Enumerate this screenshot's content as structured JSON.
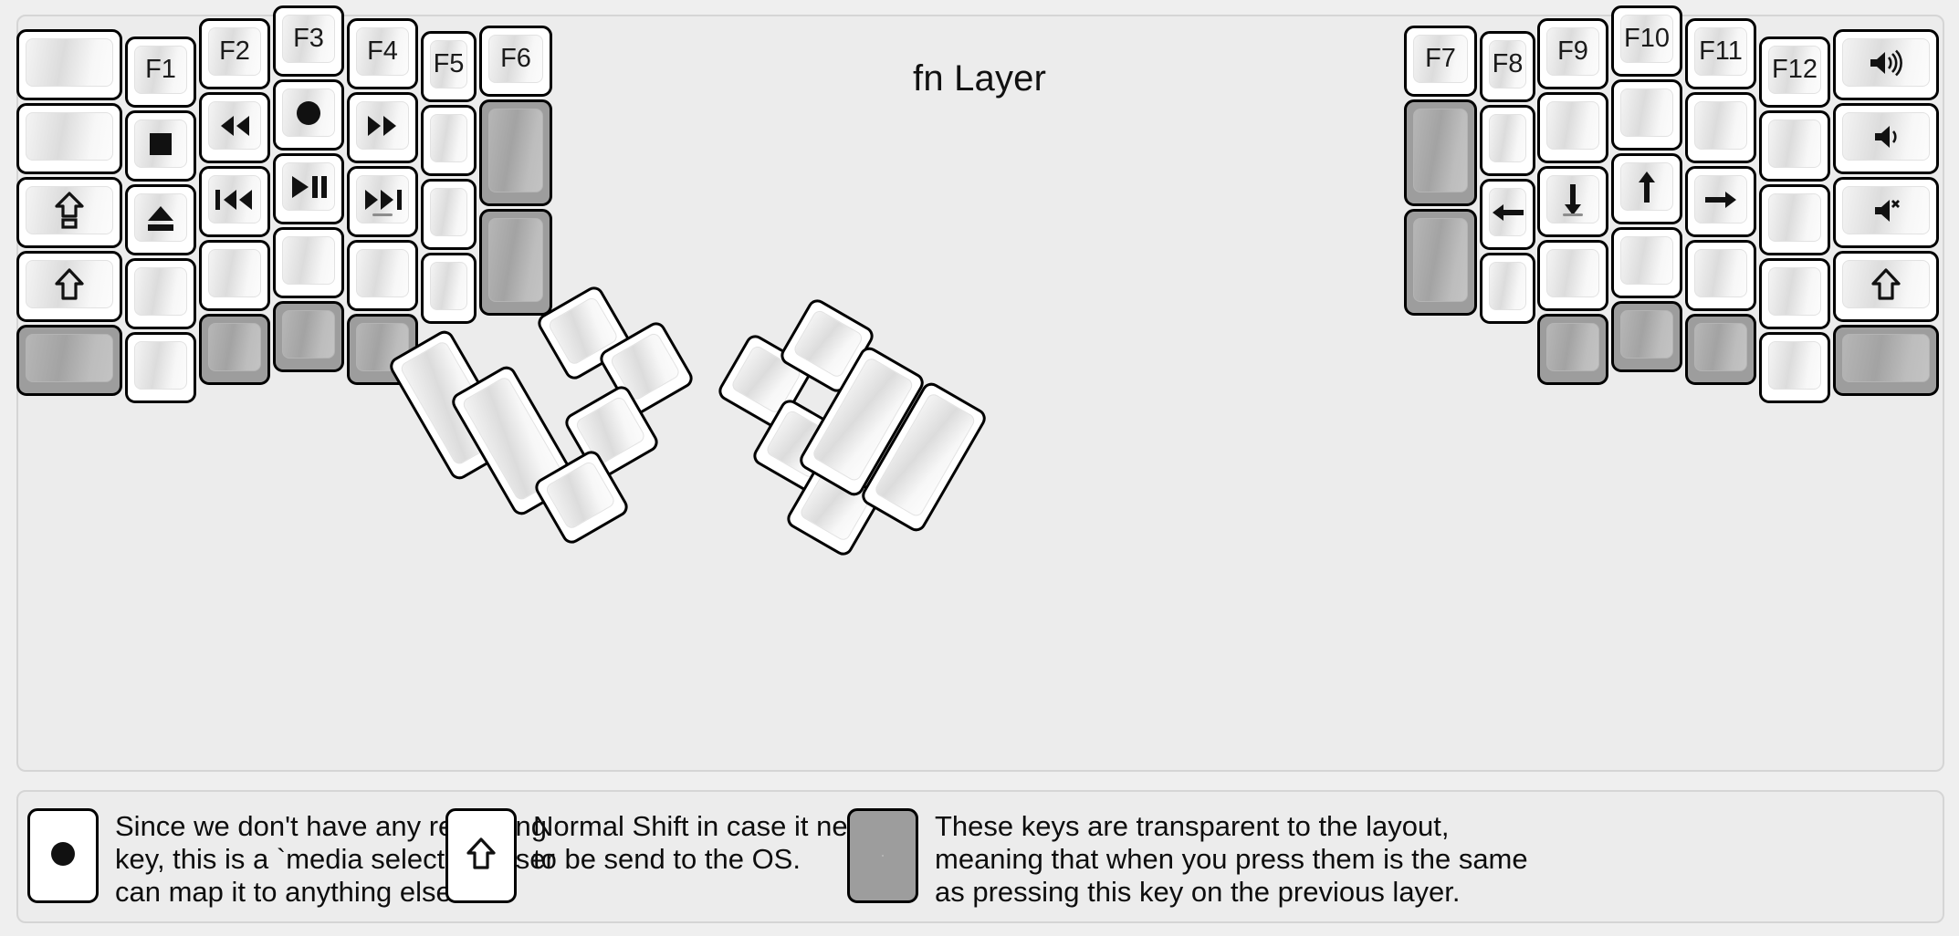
{
  "title": "fn Layer",
  "colors": {
    "background": "#efefef",
    "panel": "#ececec",
    "panel_border": "#d5d5d5",
    "key_face": "#ffffff",
    "key_outline": "#000000",
    "transparent_key": "#9d9d9d",
    "text": "#111111"
  },
  "legend": [
    {
      "key_glyph": "record-circle-icon",
      "key_style": "normal",
      "text": "Since we don't have any recording\nkey, this is a `media select` so user\ncan map it to anything else."
    },
    {
      "key_glyph": "shift-arrow-icon",
      "key_style": "normal",
      "text": "Normal Shift in case it needs\nto be send to the OS."
    },
    {
      "key_glyph": "",
      "key_style": "transparent",
      "text": "These keys are transparent to the layout,\nmeaning that when you press them is the same\nas pressing this key on the previous layer."
    }
  ],
  "left_half": {
    "columns": [
      {
        "name": "pinky-outer",
        "keys": [
          {
            "label": "",
            "glyph": "",
            "style": "normal"
          },
          {
            "label": "",
            "glyph": "",
            "style": "normal"
          },
          {
            "label": "",
            "glyph": "caps-lock-icon",
            "style": "normal"
          },
          {
            "label": "",
            "glyph": "shift-arrow-icon",
            "style": "normal"
          },
          {
            "label": "",
            "glyph": "",
            "style": "transparent"
          }
        ]
      },
      {
        "name": "pinky",
        "keys": [
          {
            "label": "F1",
            "glyph": "",
            "style": "normal"
          },
          {
            "label": "",
            "glyph": "media-stop-icon",
            "style": "normal"
          },
          {
            "label": "",
            "glyph": "media-eject-icon",
            "style": "normal"
          },
          {
            "label": "",
            "glyph": "",
            "style": "normal"
          },
          {
            "label": "",
            "glyph": "",
            "style": "normal"
          }
        ]
      },
      {
        "name": "ring",
        "keys": [
          {
            "label": "F2",
            "glyph": "",
            "style": "normal"
          },
          {
            "label": "",
            "glyph": "media-rewind-icon",
            "style": "normal"
          },
          {
            "label": "",
            "glyph": "media-previous-icon",
            "style": "normal"
          },
          {
            "label": "",
            "glyph": "",
            "style": "normal"
          },
          {
            "label": "",
            "glyph": "",
            "style": "transparent"
          }
        ]
      },
      {
        "name": "middle",
        "keys": [
          {
            "label": "F3",
            "glyph": "",
            "style": "normal"
          },
          {
            "label": "",
            "glyph": "record-circle-icon",
            "style": "normal"
          },
          {
            "label": "",
            "glyph": "media-play-pause-icon",
            "style": "normal"
          },
          {
            "label": "",
            "glyph": "",
            "style": "normal"
          },
          {
            "label": "",
            "glyph": "",
            "style": "transparent"
          }
        ]
      },
      {
        "name": "index",
        "keys": [
          {
            "label": "F4",
            "glyph": "",
            "style": "normal"
          },
          {
            "label": "",
            "glyph": "media-fast-forward-icon",
            "style": "normal"
          },
          {
            "label": "",
            "glyph": "media-next-icon",
            "style": "normal",
            "mark": "underscore"
          },
          {
            "label": "",
            "glyph": "",
            "style": "normal"
          },
          {
            "label": "",
            "glyph": "",
            "style": "transparent"
          }
        ]
      },
      {
        "name": "index-inner",
        "keys": [
          {
            "label": "F5",
            "glyph": "",
            "style": "normal"
          },
          {
            "label": "",
            "glyph": "",
            "style": "normal"
          },
          {
            "label": "",
            "glyph": "",
            "style": "normal"
          },
          {
            "label": "",
            "glyph": "",
            "style": "normal"
          }
        ]
      },
      {
        "name": "thumb-column",
        "keys": [
          {
            "label": "F6",
            "glyph": "",
            "style": "normal"
          },
          {
            "label": "",
            "glyph": "",
            "style": "transparent"
          },
          {
            "label": "",
            "glyph": "",
            "style": "transparent"
          }
        ]
      }
    ],
    "thumb_cluster": [
      {
        "name": "thumb-big-1",
        "label": "",
        "glyph": "",
        "style": "normal"
      },
      {
        "name": "thumb-big-2",
        "label": "",
        "glyph": "",
        "style": "normal"
      },
      {
        "name": "thumb-small-1",
        "label": "",
        "glyph": "",
        "style": "normal"
      },
      {
        "name": "thumb-small-2",
        "label": "",
        "glyph": "",
        "style": "normal"
      },
      {
        "name": "thumb-small-3",
        "label": "",
        "glyph": "",
        "style": "normal"
      },
      {
        "name": "thumb-small-4",
        "label": "",
        "glyph": "",
        "style": "normal"
      }
    ]
  },
  "right_half": {
    "columns": [
      {
        "name": "thumb-column",
        "keys": [
          {
            "label": "F7",
            "glyph": "",
            "style": "normal"
          },
          {
            "label": "",
            "glyph": "",
            "style": "transparent"
          },
          {
            "label": "",
            "glyph": "",
            "style": "transparent"
          }
        ]
      },
      {
        "name": "index-inner",
        "keys": [
          {
            "label": "F8",
            "glyph": "",
            "style": "normal"
          },
          {
            "label": "",
            "glyph": "",
            "style": "normal"
          },
          {
            "label": "",
            "glyph": "arrow-left-icon",
            "style": "normal"
          },
          {
            "label": "",
            "glyph": "",
            "style": "normal"
          }
        ]
      },
      {
        "name": "index",
        "keys": [
          {
            "label": "F9",
            "glyph": "",
            "style": "normal"
          },
          {
            "label": "",
            "glyph": "",
            "style": "normal"
          },
          {
            "label": "",
            "glyph": "arrow-down-icon",
            "style": "normal",
            "mark": "underscore"
          },
          {
            "label": "",
            "glyph": "",
            "style": "normal"
          },
          {
            "label": "",
            "glyph": "",
            "style": "transparent"
          }
        ]
      },
      {
        "name": "middle",
        "keys": [
          {
            "label": "F10",
            "glyph": "",
            "style": "normal"
          },
          {
            "label": "",
            "glyph": "",
            "style": "normal"
          },
          {
            "label": "",
            "glyph": "arrow-up-icon",
            "style": "normal"
          },
          {
            "label": "",
            "glyph": "",
            "style": "normal"
          },
          {
            "label": "",
            "glyph": "",
            "style": "transparent"
          }
        ]
      },
      {
        "name": "ring",
        "keys": [
          {
            "label": "F11",
            "glyph": "",
            "style": "normal"
          },
          {
            "label": "",
            "glyph": "",
            "style": "normal"
          },
          {
            "label": "",
            "glyph": "arrow-right-icon",
            "style": "normal"
          },
          {
            "label": "",
            "glyph": "",
            "style": "normal"
          },
          {
            "label": "",
            "glyph": "",
            "style": "transparent"
          }
        ]
      },
      {
        "name": "pinky",
        "keys": [
          {
            "label": "F12",
            "glyph": "",
            "style": "normal"
          },
          {
            "label": "",
            "glyph": "",
            "style": "normal"
          },
          {
            "label": "",
            "glyph": "",
            "style": "normal"
          },
          {
            "label": "",
            "glyph": "",
            "style": "normal"
          },
          {
            "label": "",
            "glyph": "",
            "style": "normal"
          }
        ]
      },
      {
        "name": "pinky-outer",
        "keys": [
          {
            "label": "",
            "glyph": "volume-up-icon",
            "style": "normal"
          },
          {
            "label": "",
            "glyph": "volume-down-icon",
            "style": "normal"
          },
          {
            "label": "",
            "glyph": "volume-mute-icon",
            "style": "normal"
          },
          {
            "label": "",
            "glyph": "shift-arrow-icon",
            "style": "normal"
          },
          {
            "label": "",
            "glyph": "",
            "style": "transparent"
          }
        ]
      }
    ],
    "thumb_cluster": [
      {
        "name": "thumb-small-1",
        "label": "",
        "glyph": "",
        "style": "normal"
      },
      {
        "name": "thumb-small-2",
        "label": "",
        "glyph": "",
        "style": "normal"
      },
      {
        "name": "thumb-small-3",
        "label": "",
        "glyph": "",
        "style": "normal"
      },
      {
        "name": "thumb-small-4",
        "label": "",
        "glyph": "",
        "style": "normal"
      },
      {
        "name": "thumb-big-1",
        "label": "",
        "glyph": "",
        "style": "normal"
      },
      {
        "name": "thumb-big-2",
        "label": "",
        "glyph": "",
        "style": "normal"
      }
    ]
  }
}
